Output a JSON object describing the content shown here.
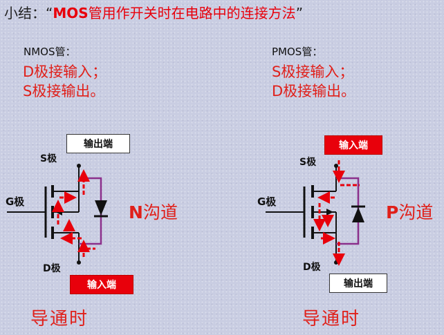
{
  "title": {
    "prefix": "小结：",
    "quote_open": "“",
    "mos": "MOS",
    "rest": "管用作开关时在电路中的连接方法",
    "quote_close": "”"
  },
  "nmos": {
    "header": "NMOS管：",
    "line1": "D极接输入；",
    "line2": "S极接输出。",
    "top_box": "输出端",
    "bottom_box": "输入端",
    "s_pin": "S极",
    "g_pin": "G极",
    "d_pin": "D极",
    "channel_letter": "N",
    "channel_text": "沟道",
    "condition": "导通时"
  },
  "pmos": {
    "header": "PMOS管：",
    "line1": "S极接输入；",
    "line2": "D极接输出。",
    "top_box": "输入端",
    "bottom_box": "输出端",
    "s_pin": "S极",
    "g_pin": "G极",
    "d_pin": "D极",
    "channel_letter": "P",
    "channel_text": "沟道",
    "condition": "导通时"
  },
  "colors": {
    "accent_red": "#e8000b",
    "diode_wire": "#8b2f8b",
    "background": "#c9cde2"
  }
}
